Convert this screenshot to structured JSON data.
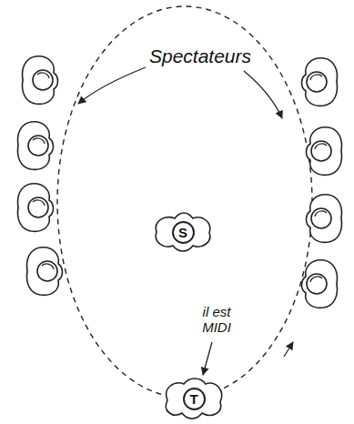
{
  "diagram": {
    "nodes": [
      {
        "text": [
          "S"
        ]
      },
      {
        "text": [
          "T"
        ]
      }
    ],
    "labels": [
      "Spectateurs",
      "il est MIDI"
    ]
  }
}
